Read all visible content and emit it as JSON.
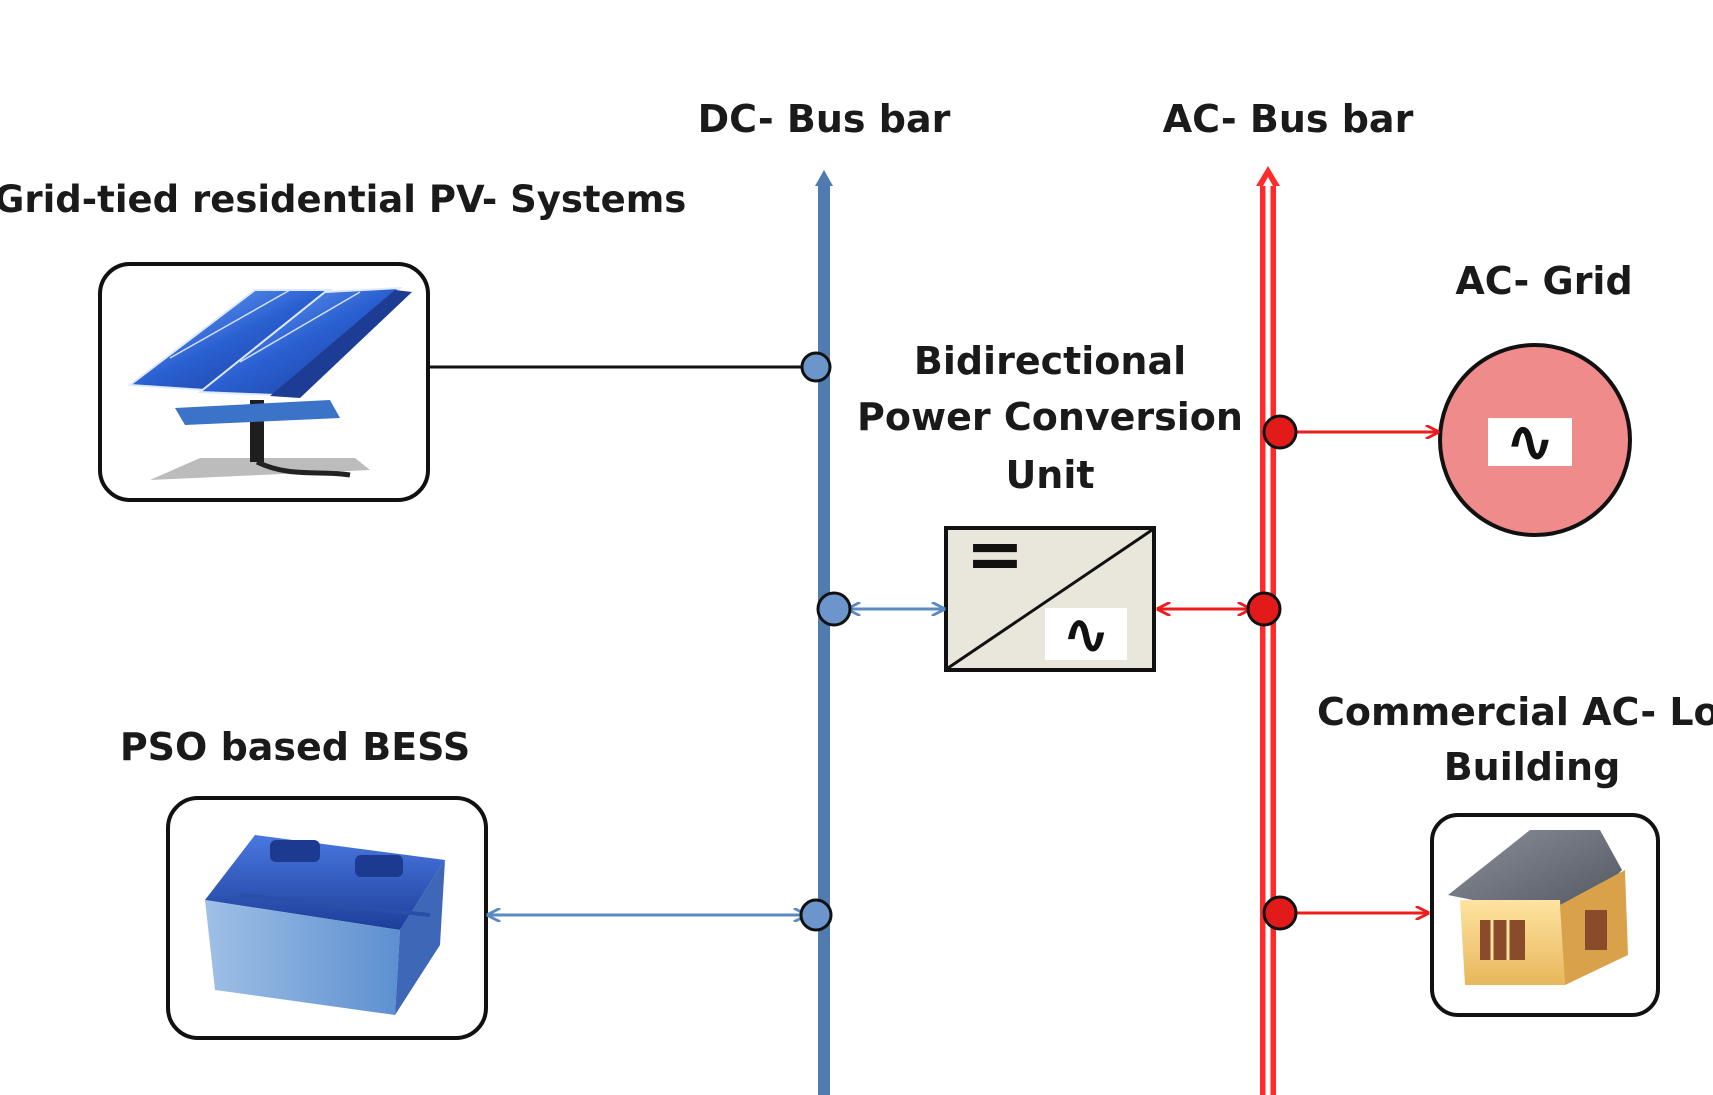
{
  "labels": {
    "dc_bus": "DC- Bus bar",
    "ac_bus": "AC- Bus bar",
    "pv": "Grid-tied  residential PV- Systems",
    "bess": "PSO based BESS",
    "converter_line1": "Bidirectional",
    "converter_line2": "Power Conversion",
    "converter_line3": "Unit",
    "ac_grid": "AC- Grid",
    "load_line1": "Commercial AC- Load",
    "load_line2": "Building"
  },
  "symbols": {
    "dc": "=",
    "ac": "∿"
  },
  "colors": {
    "dc_bus": "#4f7bb1",
    "ac_bus": "#ff2b2b",
    "pv_connector": "#111111",
    "grid_fill": "#f08b8b"
  },
  "icons": {
    "pv": "solar-panel-icon",
    "battery": "battery-icon",
    "grid": "ac-source-icon",
    "house": "house-icon",
    "converter": "dc-ac-converter-icon"
  }
}
